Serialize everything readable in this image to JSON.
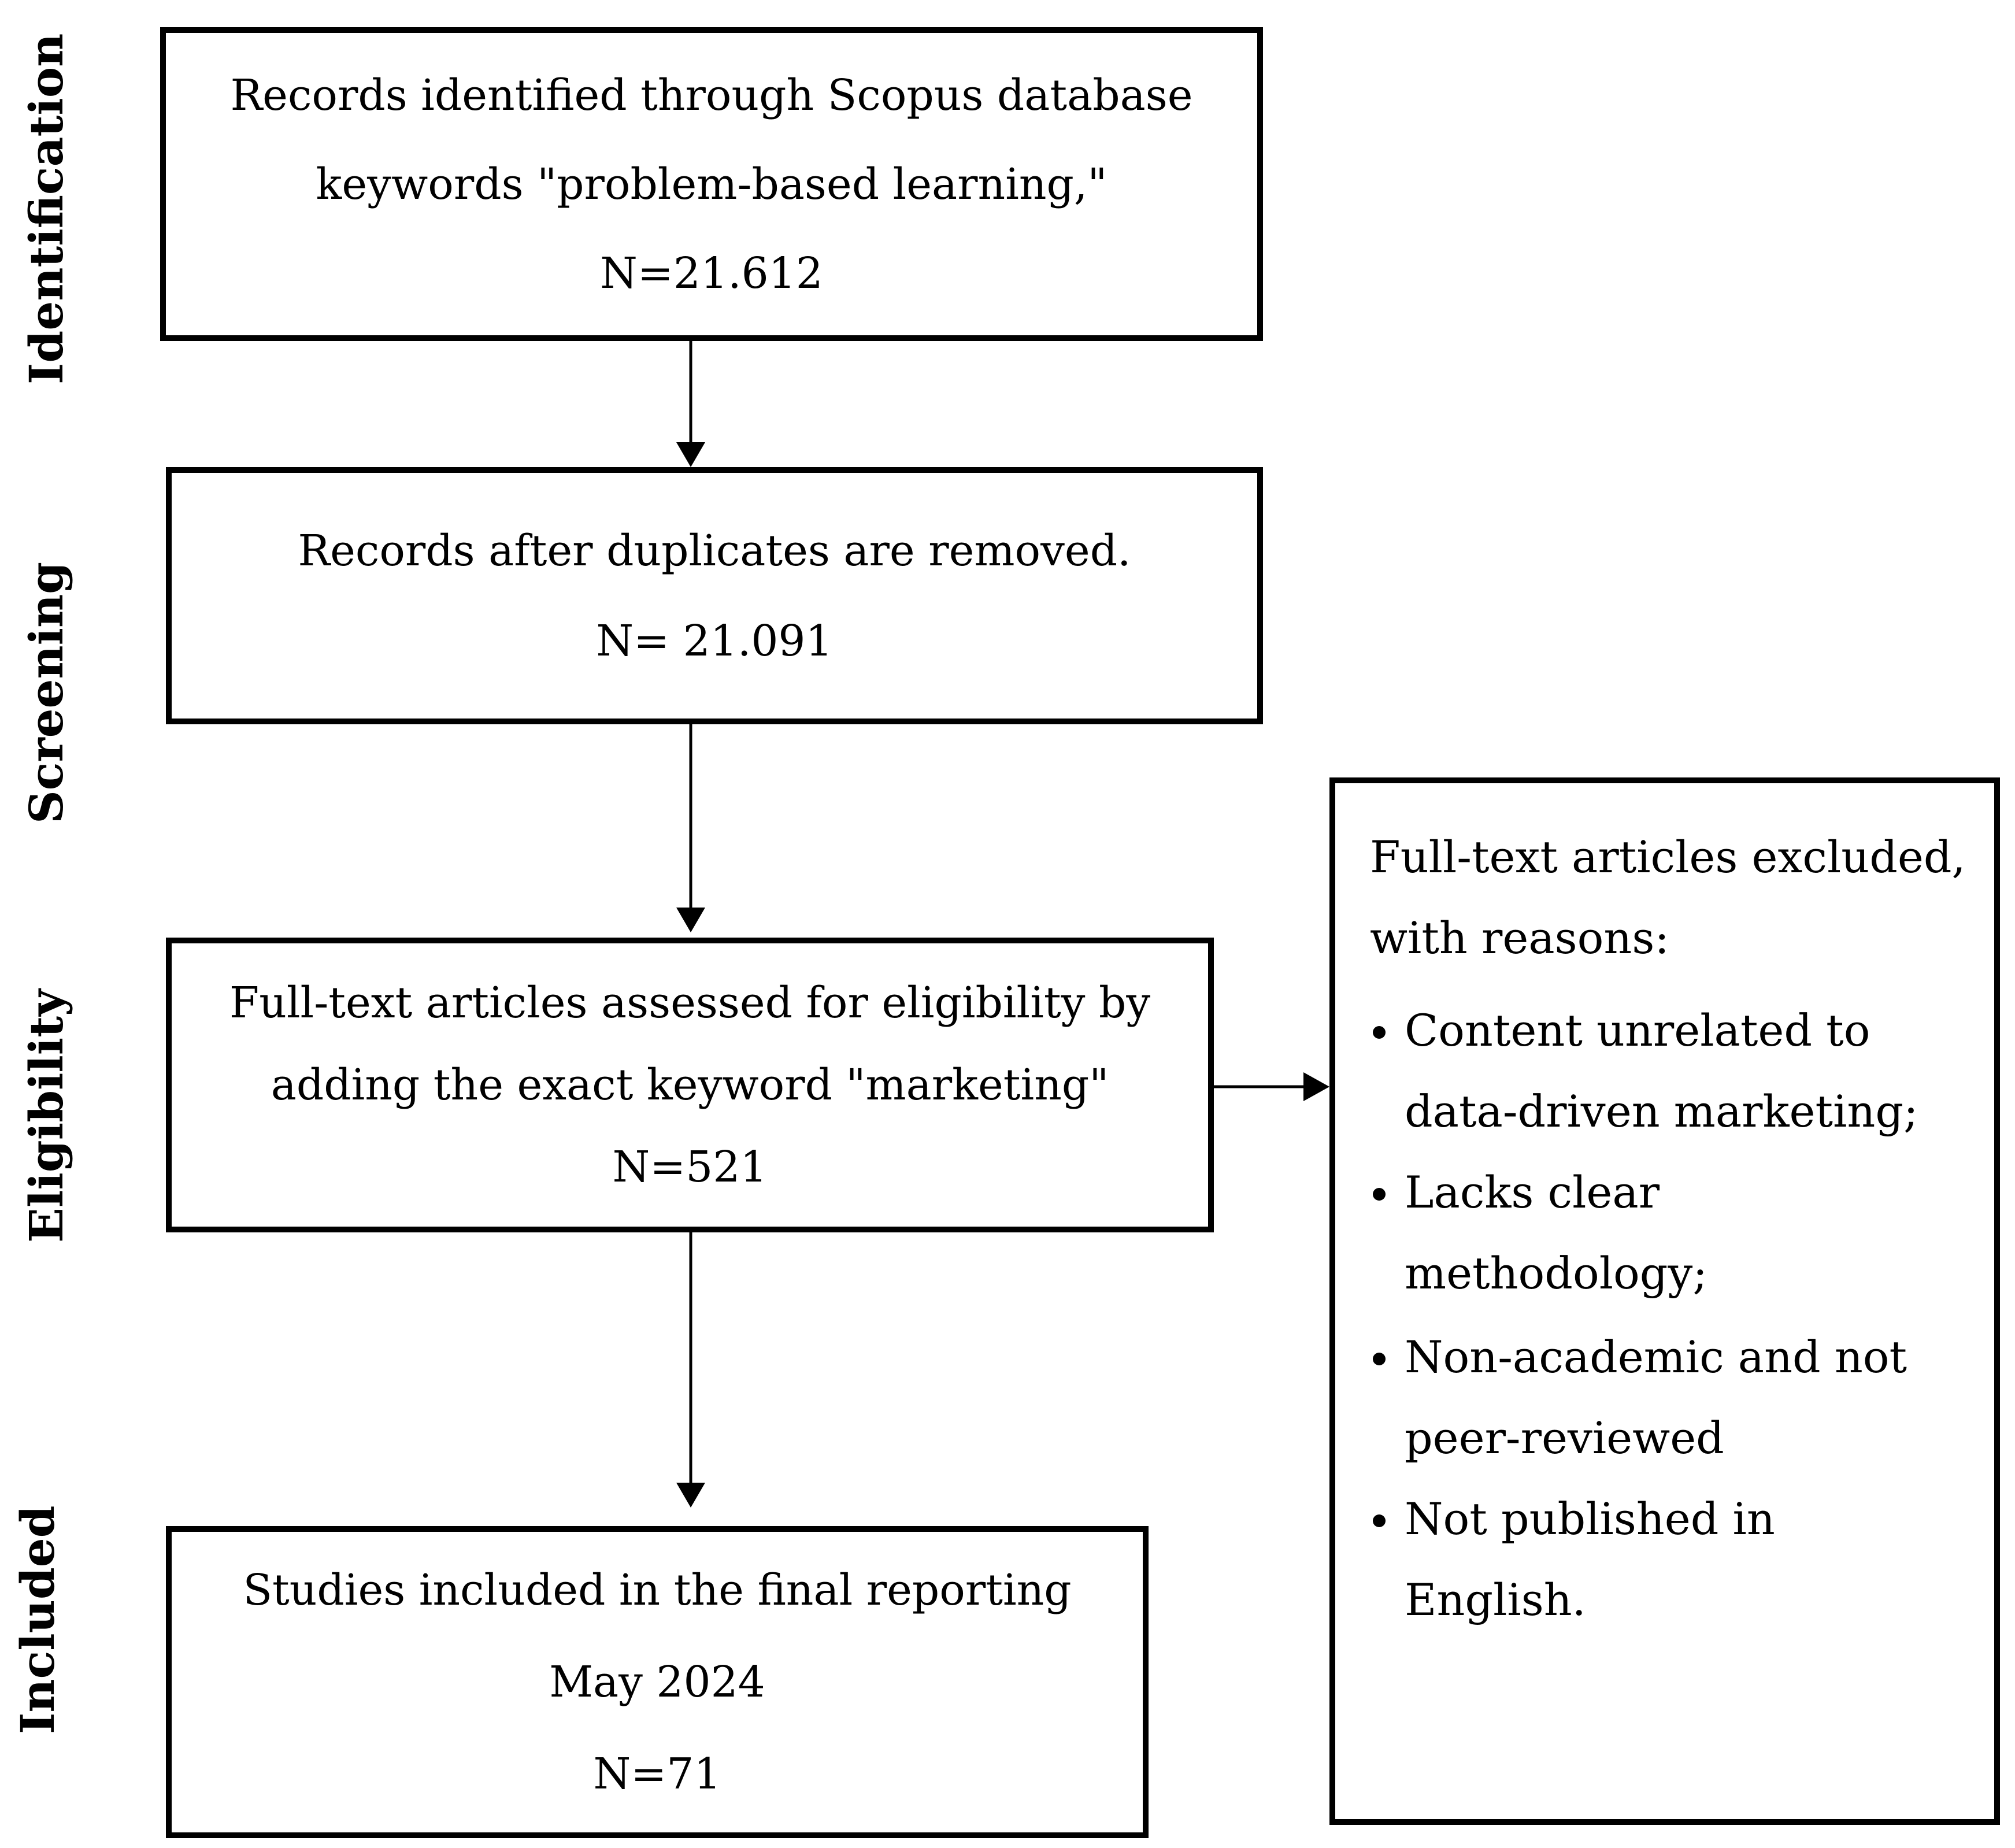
{
  "stages": {
    "identification": "Identification",
    "screening": "Screening",
    "eligibility": "Eligibility",
    "included": "Included"
  },
  "boxes": {
    "identification": {
      "line1": "Records identified through Scopus database",
      "line2": "keywords \"problem-based learning,\"",
      "line3": "N=21.612"
    },
    "screening": {
      "line1": "Records after duplicates are removed.",
      "line2": "N= 21.091"
    },
    "eligibility": {
      "line1": "Full-text articles assessed for eligibility by",
      "line2": "adding the exact keyword \"marketing\"",
      "line3": "N=521"
    },
    "included": {
      "line1": "Studies included in the final reporting",
      "line2": "May 2024",
      "line3": "N=71"
    },
    "excluded": {
      "heading1": "Full-text articles excluded,",
      "heading2": "with reasons:",
      "reasons": [
        {
          "line1": "Content unrelated to",
          "line2": "data-driven marketing;"
        },
        {
          "line1": "Lacks clear",
          "line2": "methodology;"
        },
        {
          "line1": "Non-academic and not",
          "line2": "peer-reviewed"
        },
        {
          "line1": "Not published in",
          "line2": "English."
        }
      ]
    }
  }
}
